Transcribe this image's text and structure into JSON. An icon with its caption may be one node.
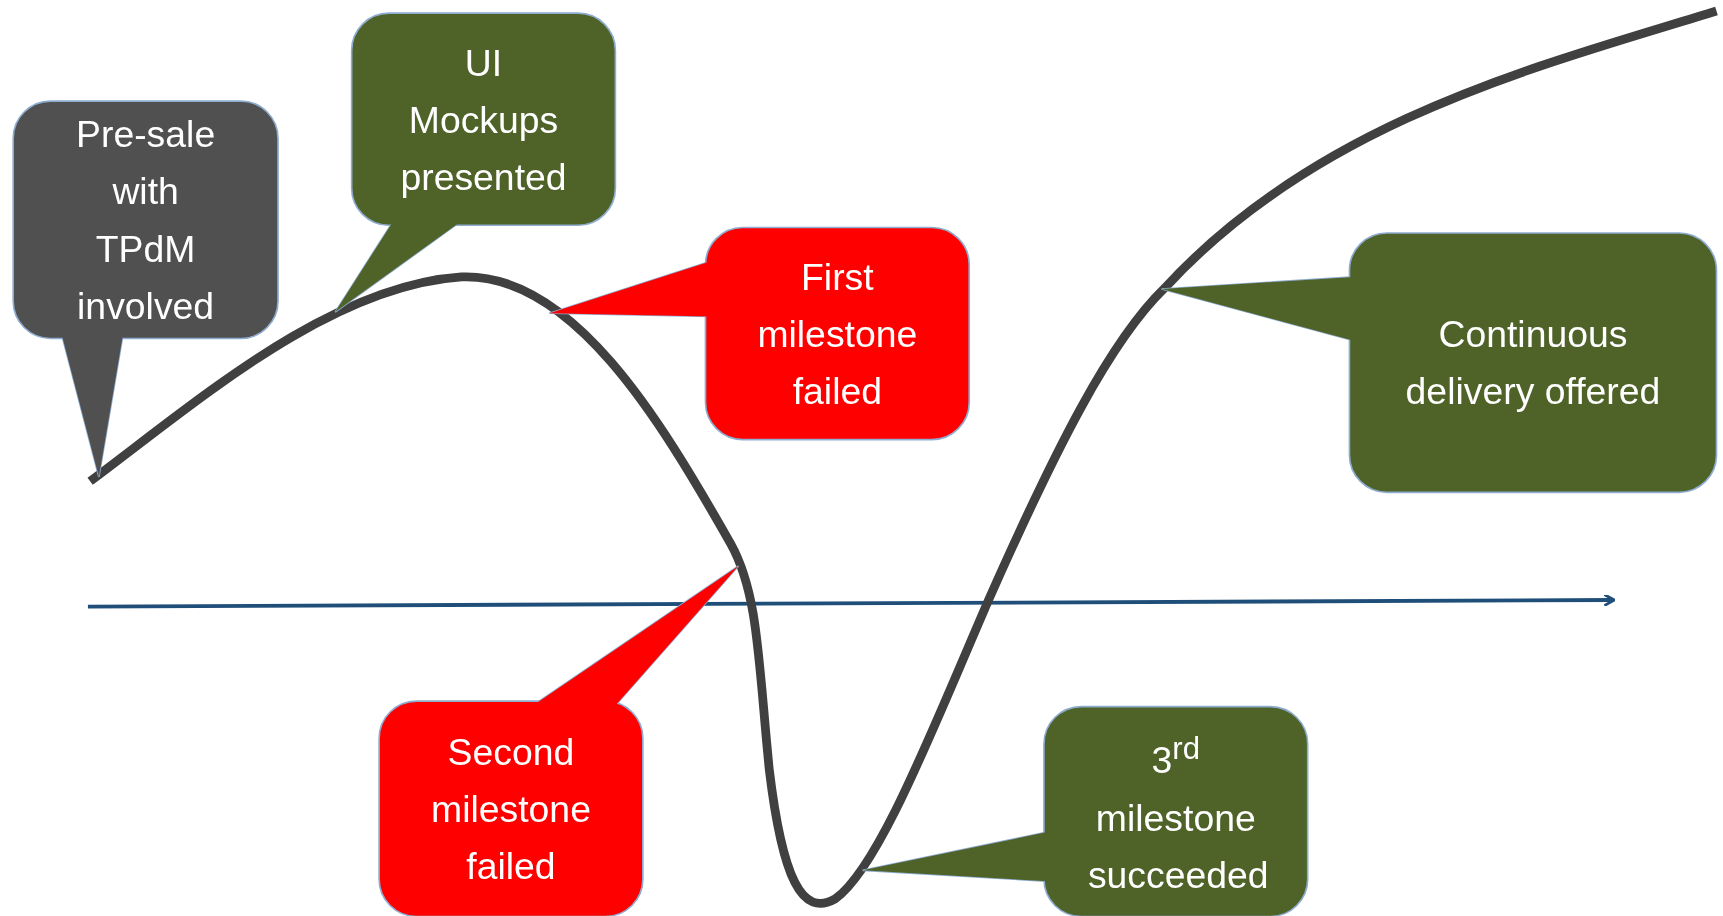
{
  "diagram": {
    "nodes": [
      {
        "text": [
          "Pre-sale with TPdM involved"
        ]
      },
      {
        "text": [
          "UI Mockups presented"
        ]
      },
      {
        "text": [
          "First milestone failed"
        ]
      },
      {
        "text": [
          "Second milestone failed"
        ]
      },
      {
        "text": [
          "3$^{rd}$ milestone succeeded"
        ]
      },
      {
        "text": [
          "Continuous delivery offered"
        ]
      }
    ]
  }
}
